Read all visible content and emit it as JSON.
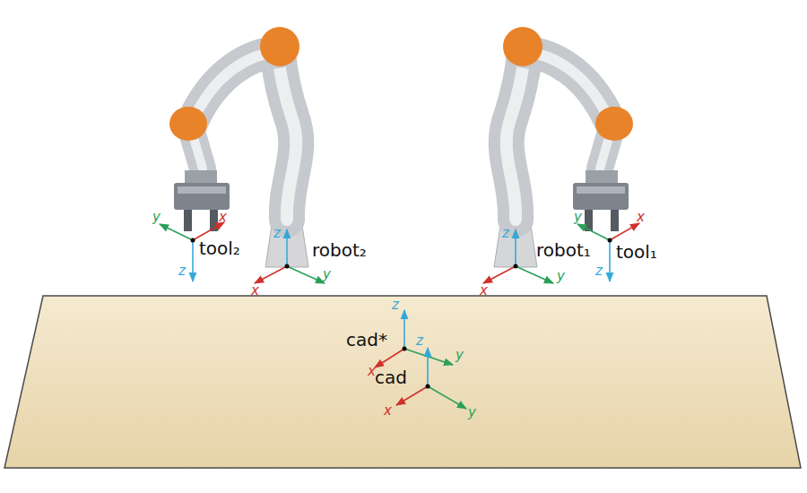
{
  "diagram": {
    "labels": [
      "y",
      "x",
      "tool₂",
      "z",
      "z",
      "robot₂",
      "x",
      "y",
      "z",
      "robot₁",
      "x",
      "y",
      "y",
      "x",
      "tool₁",
      "z",
      "z",
      "cad*",
      "x",
      "z",
      "y",
      "cad",
      "x",
      "y"
    ]
  }
}
